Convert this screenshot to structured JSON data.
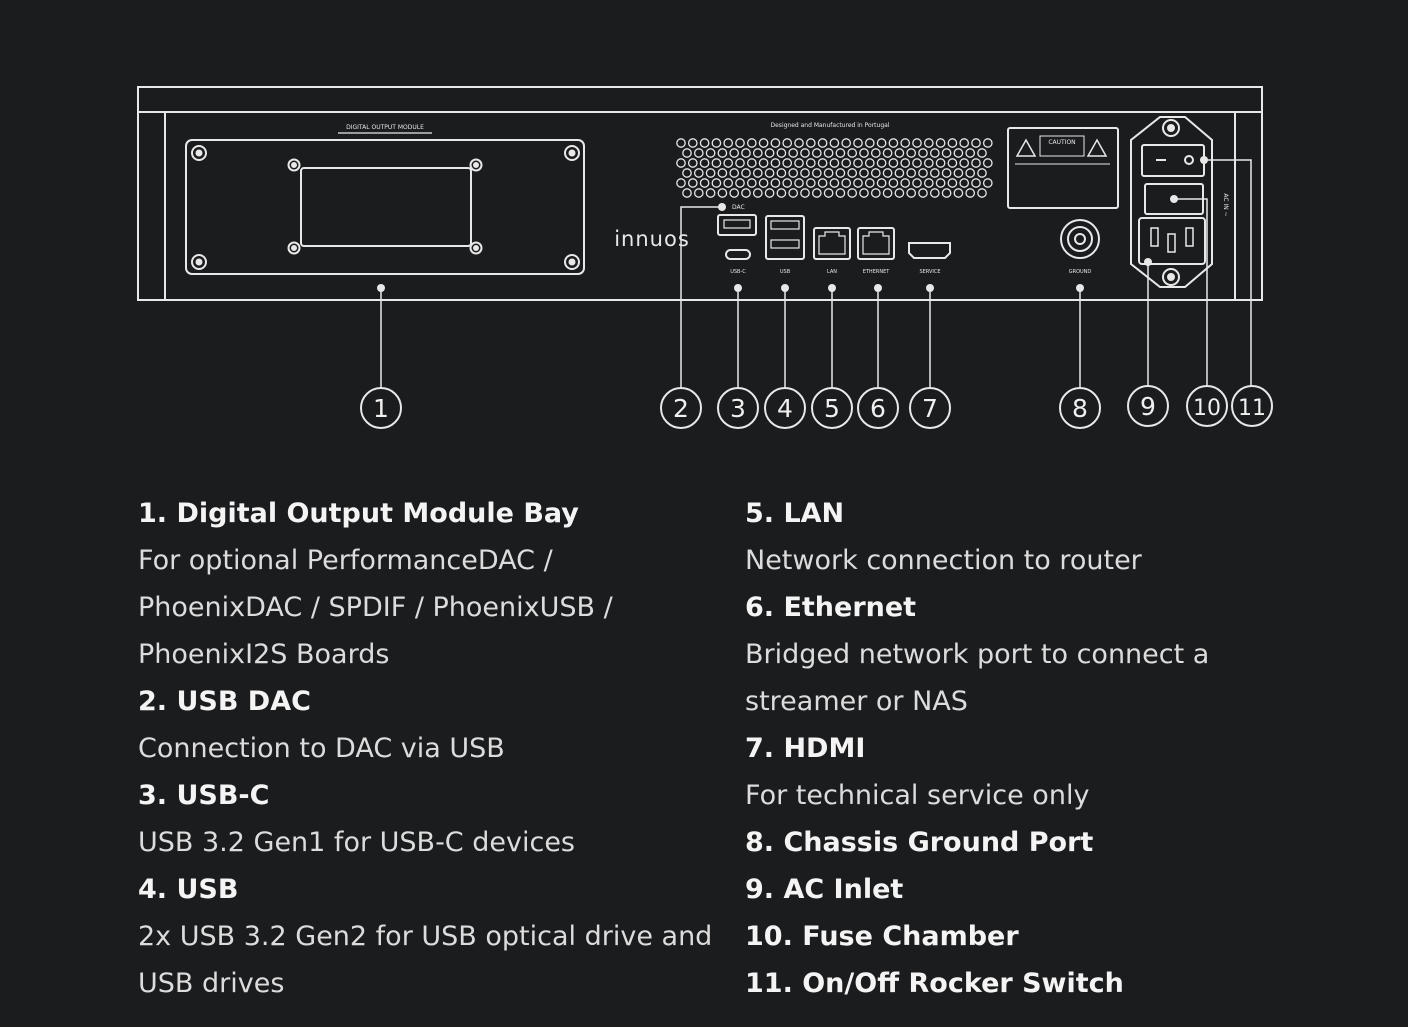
{
  "device": {
    "logo_text": "innuos",
    "module_label": "DIGITAL OUTPUT MODULE",
    "designed_label": "Designed and Manufactured in Portugal",
    "caution_label": "CAUTION",
    "ac_label": "AC IN ~",
    "port_labels": {
      "dac": "DAC",
      "usbc": "USB-C",
      "usb": "USB",
      "lan": "LAN",
      "ethernet": "ETHERNET",
      "service": "SERVICE",
      "ground": "GROUND"
    }
  },
  "callouts": [
    "1",
    "2",
    "3",
    "4",
    "5",
    "6",
    "7",
    "8",
    "9",
    "10",
    "11"
  ],
  "legend": {
    "left": [
      {
        "title": "1. Digital Output Module Bay",
        "desc": "For optional PerformanceDAC / PhoenixDAC / SPDIF / PhoenixUSB / PhoenixI2S Boards"
      },
      {
        "title": "2. USB DAC",
        "desc": "Connection to DAC via USB"
      },
      {
        "title": "3. USB-C",
        "desc": "USB 3.2 Gen1 for USB-C devices"
      },
      {
        "title": "4. USB",
        "desc": "2x USB 3.2 Gen2 for USB optical drive and USB drives"
      }
    ],
    "right": [
      {
        "title": "5. LAN",
        "desc": "Network connection to router"
      },
      {
        "title": "6. Ethernet",
        "desc": "Bridged network port to connect a streamer or NAS"
      },
      {
        "title": "7. HDMI",
        "desc": "For technical service only"
      },
      {
        "title": "8. Chassis Ground Port",
        "desc": ""
      },
      {
        "title": "9. AC Inlet",
        "desc": ""
      },
      {
        "title": "10. Fuse Chamber",
        "desc": ""
      },
      {
        "title": "11. On/Off Rocker Switch",
        "desc": ""
      }
    ]
  }
}
